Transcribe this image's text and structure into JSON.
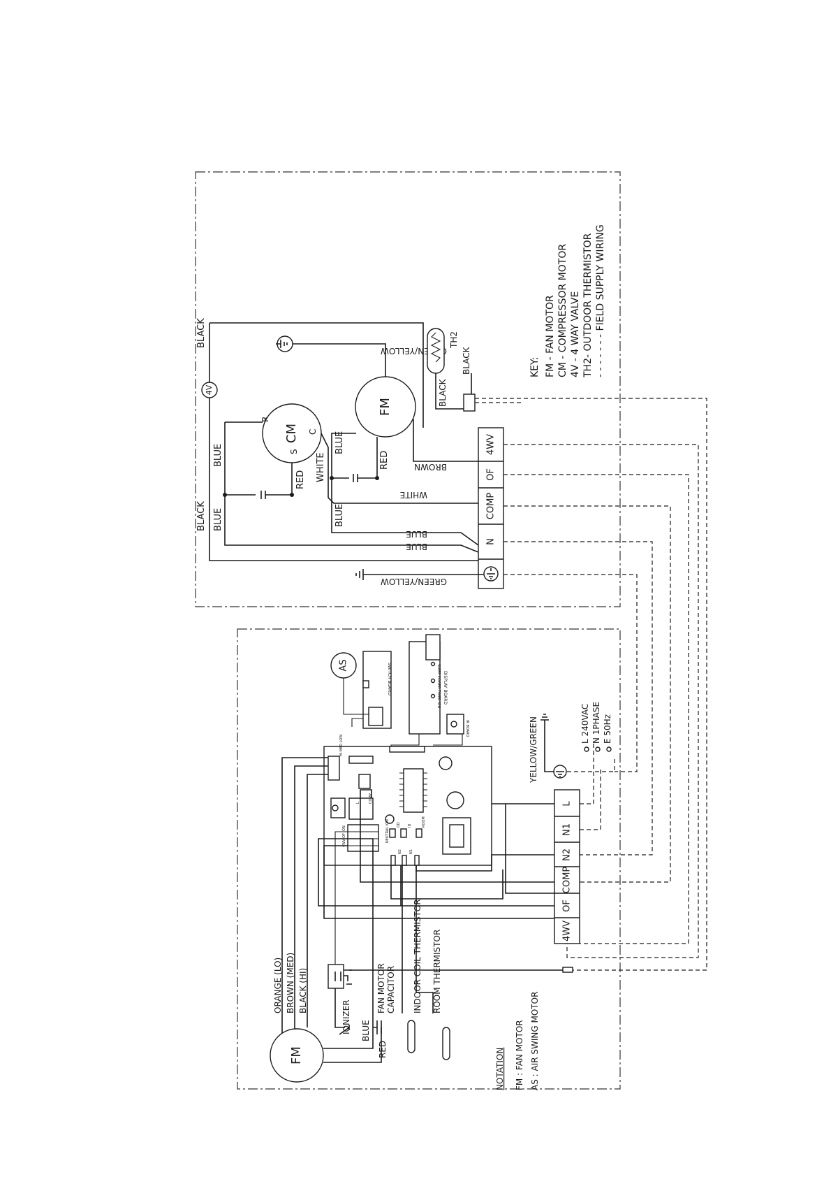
{
  "outdoor": {
    "wires": {
      "black_top": "BLACK",
      "black_left": "BLACK",
      "blue_left": "BLUE",
      "blue_cm": "BLUE",
      "red_cm": "RED",
      "white_fm": "WHITE",
      "blue_fm": "BLUE",
      "red_fm": "RED",
      "blue_low": "BLUE",
      "blue_n1": "BLUE",
      "blue_n2": "BLUE",
      "white_comp": "WHITE",
      "brown_of": "BROWN",
      "green_yellow_fm": "GREEN/YELLOW",
      "green_yellow_earth": "GREEN/YELLOW",
      "black_th_a": "BLACK",
      "black_th_b": "BLACK"
    },
    "components": {
      "four_v": "4V",
      "cm": "CM",
      "cm_r": "R",
      "cm_s": "S",
      "cm_c": "C",
      "fm": "FM",
      "th2": "TH2"
    },
    "terminals": [
      "4WV",
      "OF",
      "COMP",
      "N"
    ],
    "key": {
      "title": "KEY:",
      "items": [
        "FM  -  FAN MOTOR",
        "CM  -  COMPRESSOR MOTOR",
        "4V  -  4 WAY VALVE",
        "TH2-  OUTDOOR THERMISTOR",
        "- - - - - - - FIELD SUPPLY WIRING"
      ]
    }
  },
  "indoor": {
    "components": {
      "as": "AS",
      "fm": "FM",
      "switch_board": "SWITCH BOARD",
      "display_board": "DISPLAY BOARD",
      "display_leds": "SLEEP  POWER  TIMER  ION",
      "ir_board": "IR BOARD"
    },
    "pcb_labels": {
      "speed": "HI  MED  LOW",
      "l": "L",
      "comp": "COMP",
      "relays": "4WV  OF  ION",
      "od": "OD",
      "id": "ID",
      "room": "ROOM",
      "neutral": "NEUTRAL ION",
      "n2": "N2",
      "n1": "N1"
    },
    "terminals": [
      "L",
      "N1",
      "N2",
      "COMP",
      "OF",
      "4WV"
    ],
    "wires": {
      "orange": "ORANGE (LO)",
      "brown": "BROWN (MED)",
      "black": "BLACK (HI)",
      "blue": "BLUE",
      "red": "RED",
      "yellow_green": "YELLOW/GREEN"
    },
    "parts": {
      "ionizer": "IONIZER",
      "fan_cap_1": "FAN MOTOR",
      "fan_cap_2": "CAPACITOR",
      "indoor_coil": "INDOOR COIL THERMISTOR",
      "room_thermistor": "ROOM THERMISTOR"
    },
    "supply": {
      "l": "L  240VAC",
      "n": "N  1PHASE",
      "e": "E  50Hz"
    },
    "notation": {
      "title": "NOTATION",
      "items": [
        "FM  :   FAN MOTOR",
        "AS  :   AIR SWING MOTOR"
      ]
    }
  }
}
